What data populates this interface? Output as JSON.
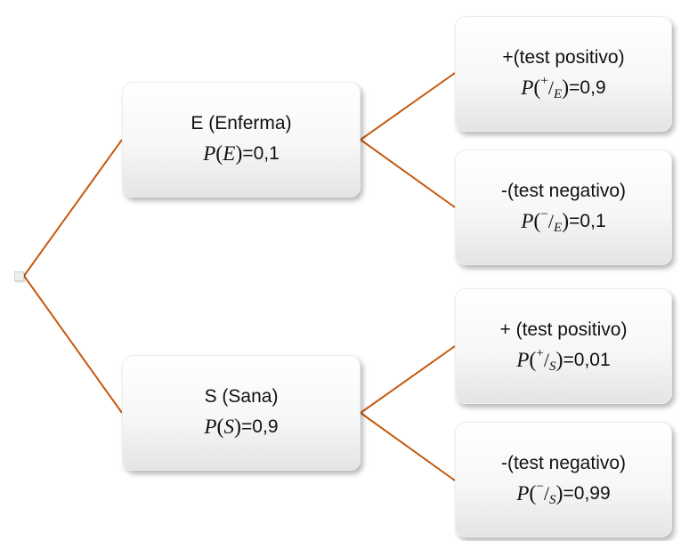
{
  "colors": {
    "connector": "#c55a11",
    "node_fill_top": "#ffffff",
    "node_fill_bottom": "#e4e4e4"
  },
  "nodes": {
    "e": {
      "label": "E (Enferma)",
      "p": "P",
      "open": "(",
      "event": "E",
      "close": ")",
      "value": "=0,1"
    },
    "s": {
      "label": "S (Sana)",
      "p": "P",
      "open": "(",
      "event": "S",
      "close": ")",
      "value": "=0,9"
    },
    "e_pos": {
      "label": "+(test positivo)",
      "p": "P",
      "open": "(",
      "sign": "+",
      "slash": "/",
      "given": "E",
      "close": ")",
      "value": "=0,9"
    },
    "e_neg": {
      "label": "-(test negativo)",
      "p": "P",
      "open": "(",
      "sign": "−",
      "slash": "/",
      "given": "E",
      "close": ")",
      "value": "=0,1"
    },
    "s_pos": {
      "label": "+ (test positivo)",
      "p": "P",
      "open": "(",
      "sign": "+",
      "slash": "/",
      "given": "S",
      "close": ")",
      "value": "=0,01"
    },
    "s_neg": {
      "label": "-(test negativo)",
      "p": "P",
      "open": "(",
      "sign": "−",
      "slash": "/",
      "given": "S",
      "close": ")",
      "value": "=0,99"
    }
  }
}
